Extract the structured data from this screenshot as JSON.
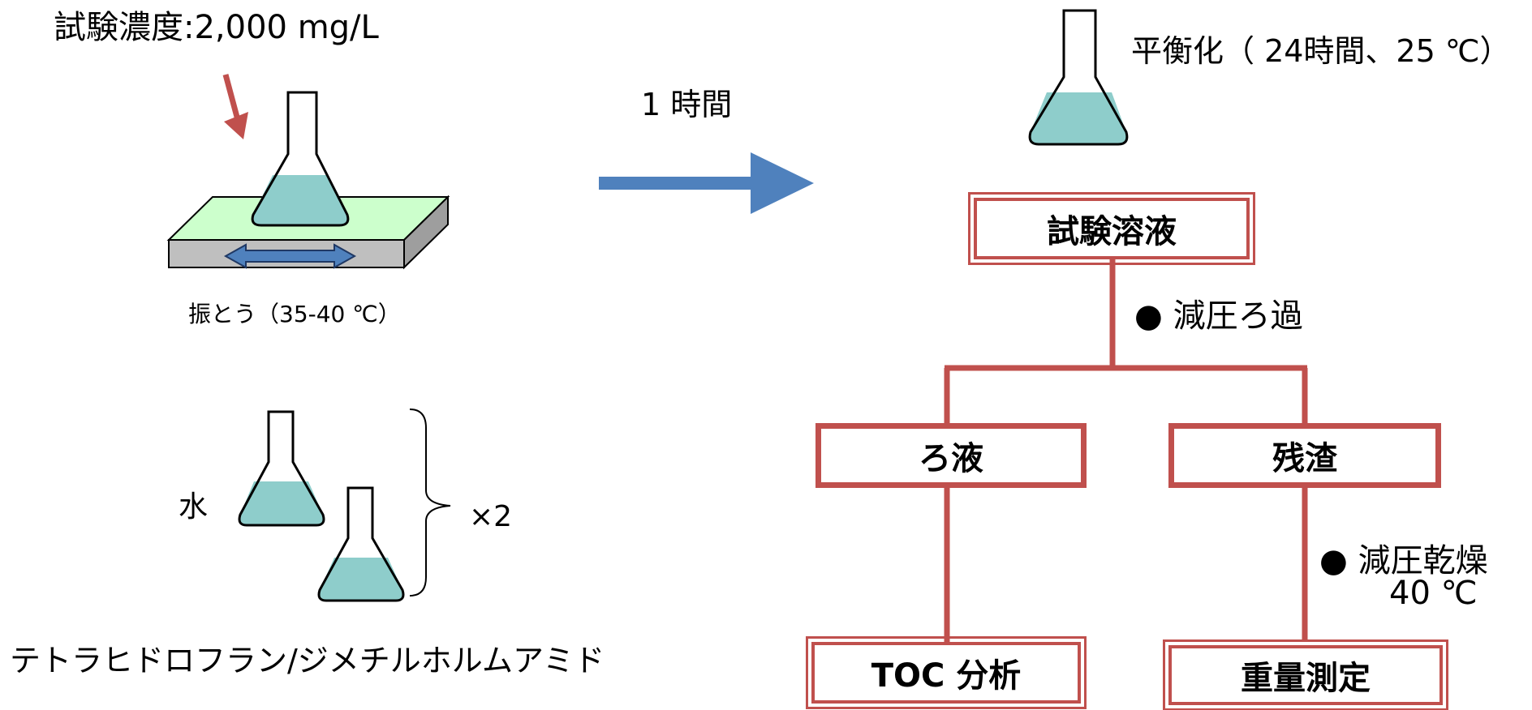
{
  "left": {
    "concentration": "試験濃度:2,000 mg/L",
    "shaking": "振とう（35-40 ℃）",
    "water": "水",
    "times": "×2",
    "solvent": "テトラヒドロフラン/ジメチルホルムアミド"
  },
  "arrow": {
    "duration": "1 時間"
  },
  "right": {
    "equilibration": "平衡化（ 24時間、25 ℃）",
    "test_solution": "試験溶液",
    "filtration": "● 減圧ろ過",
    "filtrate": "ろ液",
    "residue": "残渣",
    "drying_line1": "● 減圧乾燥",
    "drying_line2": "40 ℃",
    "toc": "TOC 分析",
    "weight": "重量測定"
  },
  "colors": {
    "liquid": "#8ECDCB",
    "box_border": "#C0504D",
    "arrow_blue": "#4F81BD",
    "red_arrow": "#C0504D",
    "shaker_top": "#CCFFCC",
    "shaker_side": "#BFBFBF"
  }
}
